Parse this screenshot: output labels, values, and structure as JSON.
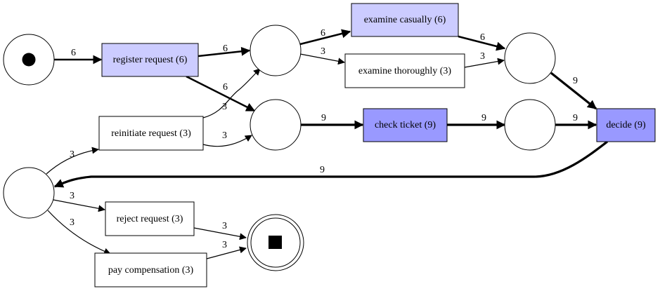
{
  "colors": {
    "light_fill": "#ccccff",
    "dark_fill": "#9999ff",
    "white_fill": "#ffffff",
    "stroke": "#000000"
  },
  "transitions": {
    "register_request": "register request (6)",
    "examine_casually": "examine casually (6)",
    "examine_thoroughly": "examine thoroughly (3)",
    "reinitiate_request": "reinitiate request (3)",
    "check_ticket": "check ticket (9)",
    "decide": "decide (9)",
    "reject_request": "reject request (3)",
    "pay_compensation": "pay compensation (3)"
  },
  "places": {
    "start": {
      "token": "start-token"
    },
    "end": {
      "token": "end-token"
    }
  },
  "edge_labels": {
    "start_to_register": "6",
    "register_to_p1": "6",
    "register_to_p2": "6",
    "p1_to_casually": "6",
    "p1_to_thoroughly": "3",
    "casually_to_p3": "6",
    "thoroughly_to_p3": "3",
    "p3_to_decide": "9",
    "reinitiate_to_p1": "3",
    "reinitiate_to_p2": "3",
    "p2_to_check": "9",
    "check_to_p4": "9",
    "p4_to_decide": "9",
    "decide_to_p5": "9",
    "p5_to_reinitiate": "3",
    "p5_to_reject": "3",
    "p5_to_pay": "3",
    "reject_to_end": "3",
    "pay_to_end": "3"
  }
}
